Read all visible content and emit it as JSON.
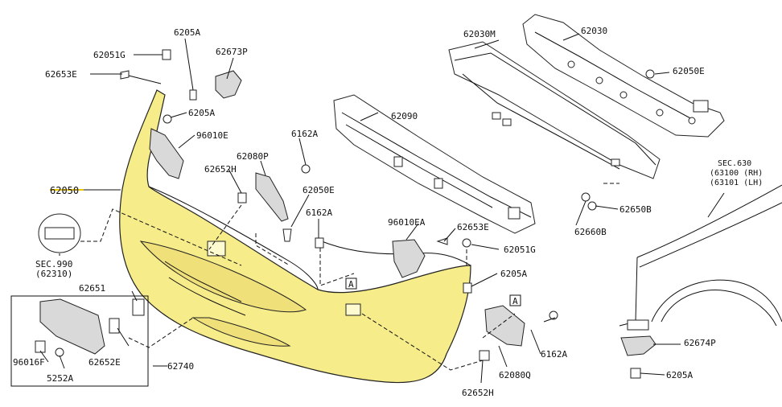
{
  "labels": {
    "p62050": "62050",
    "p62051G_a": "62051G",
    "p62051G_b": "62051G",
    "p6205A_a": "6205A",
    "p6205A_b": "6205A",
    "p6205A_c": "6205A",
    "p6205A_d": "6205A",
    "p62673P": "62673P",
    "p62653E_a": "62653E",
    "p62653E_b": "62653E",
    "p96010E": "96010E",
    "p96010EA": "96010EA",
    "p62652H_a": "62652H",
    "p62652H_b": "62652H",
    "p62080P": "62080P",
    "p62080Q": "62080Q",
    "p6162A_a": "6162A",
    "p6162A_b": "6162A",
    "p6162A_c": "6162A",
    "p62050E_a": "62050E",
    "p62050E_b": "62050E",
    "p62090": "62090",
    "p62030M": "62030M",
    "p62030": "62030",
    "p62660B": "62660B",
    "p62650B": "62650B",
    "p62674P": "62674P",
    "p62651": "62651",
    "p62652E": "62652E",
    "p62740": "62740",
    "p96016F": "96016F",
    "p5252A": "5252A"
  },
  "references": {
    "sec990_title": "SEC.990",
    "sec990_code": "(62310)",
    "sec630_title": "SEC.630",
    "sec630_rh": "(63100 (RH)",
    "sec630_lh": "(63101 (LH)"
  },
  "markers": {
    "marker_a1": "A",
    "marker_a2": "A"
  },
  "colors": {
    "bumper_fill": "#f7ec8a",
    "bumper_stroke": "#222222",
    "highlight_underline": "#e8c600",
    "line": "#111111"
  }
}
